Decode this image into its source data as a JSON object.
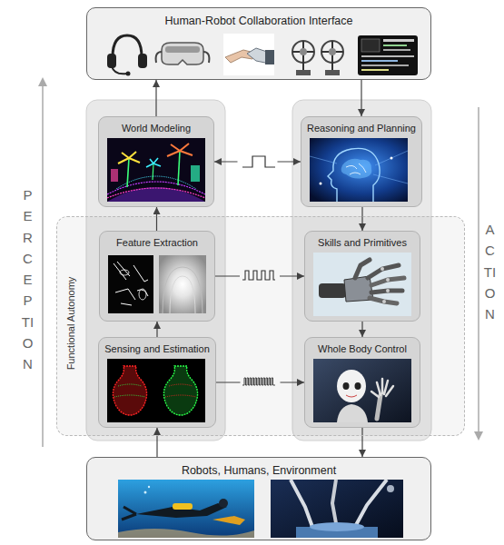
{
  "diagram": {
    "nodes": [
      {
        "text": [
          "Human-Robot Collaboration Interface"
        ]
      },
      {
        "text": [
          "World Modeling"
        ]
      },
      {
        "text": [
          "Reasoning and Planning"
        ]
      },
      {
        "text": [
          "Functional Autonomy"
        ]
      },
      {
        "text": [
          "Feature Extraction"
        ],
        "in": 3
      },
      {
        "text": [
          "Skills and Primitives"
        ],
        "in": 3
      },
      {
        "text": [
          "Sensing and Estimation"
        ],
        "in": 3
      },
      {
        "text": [
          "Whole Body Control"
        ],
        "in": 3
      },
      {
        "text": [
          "Robots, Humans, Environment"
        ]
      }
    ],
    "edges": [
      {
        "from": 1,
        "to": 0,
        "arrow": "to"
      },
      {
        "from": 0,
        "to": 2,
        "arrow": "to"
      },
      {
        "from": 1,
        "to": 2,
        "arrow": "both"
      },
      {
        "from": 4,
        "to": 1,
        "arrow": "to"
      },
      {
        "from": 2,
        "to": 5,
        "arrow": "to"
      },
      {
        "from": 4,
        "to": 5,
        "arrow": "to"
      },
      {
        "from": 6,
        "to": 4,
        "arrow": "to"
      },
      {
        "from": 5,
        "to": 7,
        "arrow": "to"
      },
      {
        "from": 6,
        "to": 7,
        "arrow": "to"
      },
      {
        "from": 8,
        "to": 6,
        "arrow": "to"
      },
      {
        "from": 7,
        "to": 8,
        "arrow": "to"
      }
    ],
    "labels": [
      "PERCEPTION",
      "ACTION"
    ]
  }
}
